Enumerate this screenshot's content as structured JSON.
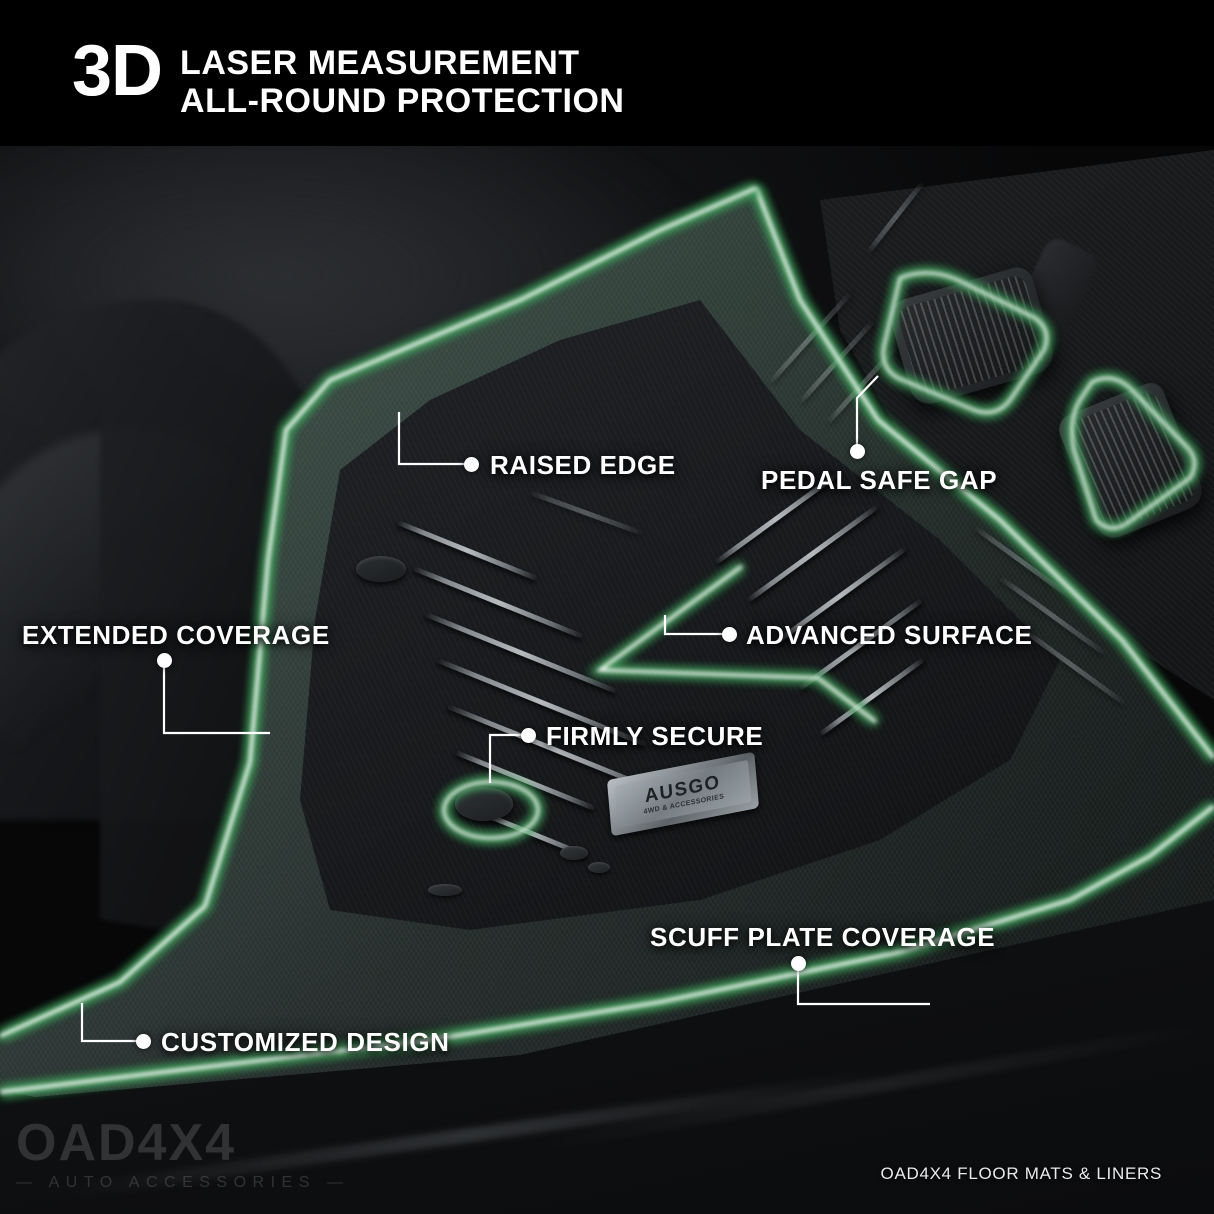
{
  "header": {
    "badge_3d": "3D",
    "line1": "LASER MEASUREMENT",
    "line2": "ALL-ROUND PROTECTION"
  },
  "callouts": [
    {
      "id": "raised-edge",
      "label": "RAISED EDGE"
    },
    {
      "id": "pedal-safe-gap",
      "label": "PEDAL SAFE GAP"
    },
    {
      "id": "extended-coverage",
      "label": "EXTENDED COVERAGE"
    },
    {
      "id": "advanced-surface",
      "label": "ADVANCED SURFACE"
    },
    {
      "id": "firmly-secure",
      "label": "FIRMLY SECURE"
    },
    {
      "id": "scuff-plate-coverage",
      "label": "SCUFF PLATE COVERAGE"
    },
    {
      "id": "customized-design",
      "label": "CUSTOMIZED DESIGN"
    }
  ],
  "product_badge": {
    "brand": "AUSGO",
    "tagline": "4WD & ACCESSORIES"
  },
  "watermark": {
    "name": "OAD4X4",
    "sub": "— AUTO ACCESSORIES —"
  },
  "footer": {
    "text": "OAD4X4 FLOOR MATS & LINERS"
  },
  "colors": {
    "accent_green": "#3f9d5a",
    "glow_white": "#ffffff",
    "background": "#000000",
    "text": "#ffffff",
    "mat_tint": "#8fbfa0"
  }
}
